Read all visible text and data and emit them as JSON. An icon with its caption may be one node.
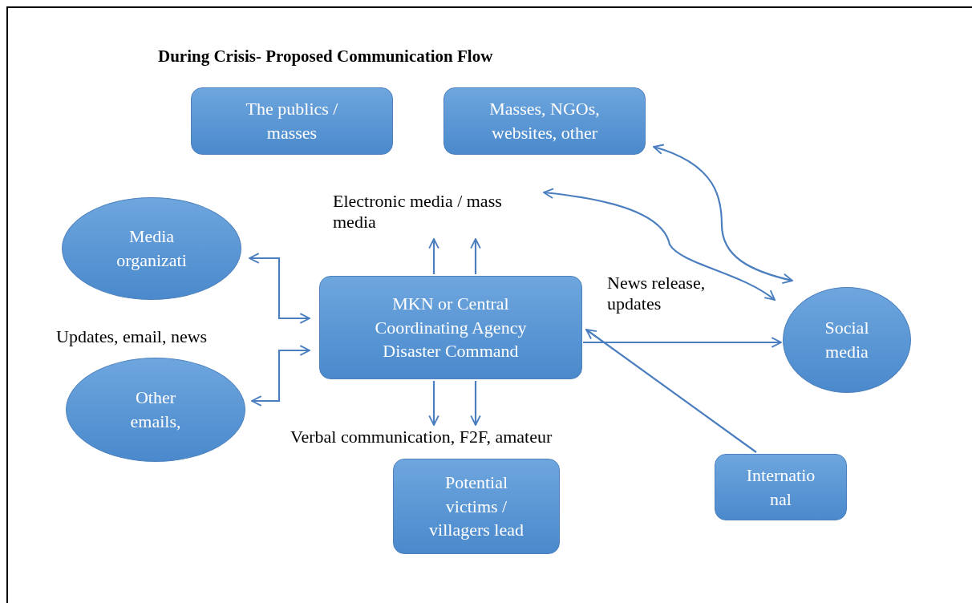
{
  "diagram": {
    "title": "During Crisis- Proposed Communication Flow",
    "nodes": [
      {
        "text": [
          "The publics / masses"
        ]
      },
      {
        "text": [
          "Masses, NGOs, websites, other"
        ]
      },
      {
        "text": [
          "Electronic media / mass media"
        ]
      },
      {
        "text": [
          "Media organizati"
        ]
      },
      {
        "text": [
          "MKN or Central Coordinating Agency Disaster Command"
        ]
      },
      {
        "text": [
          "Other emails,"
        ]
      },
      {
        "text": [
          "Social media"
        ]
      },
      {
        "text": [
          "Verbal communication, F2F, amateur"
        ]
      },
      {
        "text": [
          "Potential victims / villagers lead"
        ]
      },
      {
        "text": [
          "Internatio nal"
        ]
      }
    ],
    "edges": [
      {
        "from": 3,
        "to": 4,
        "arrow": "both"
      },
      {
        "from": 5,
        "to": 4,
        "arrow": "both"
      },
      {
        "from": 4,
        "to": 2,
        "arrow": "to"
      },
      {
        "from": 4,
        "to": 2,
        "arrow": "to"
      },
      {
        "from": 4,
        "to": 7,
        "arrow": "to"
      },
      {
        "from": 4,
        "to": 7,
        "arrow": "to"
      },
      {
        "from": 1,
        "to": 6,
        "arrow": "both"
      },
      {
        "from": 2,
        "to": 6,
        "arrow": "both"
      },
      {
        "from": 4,
        "to": 6,
        "arrow": "to"
      },
      {
        "from": 9,
        "to": 4,
        "arrow": "to"
      }
    ],
    "labels": [
      "Updates, email, news",
      "News release, updates"
    ]
  }
}
